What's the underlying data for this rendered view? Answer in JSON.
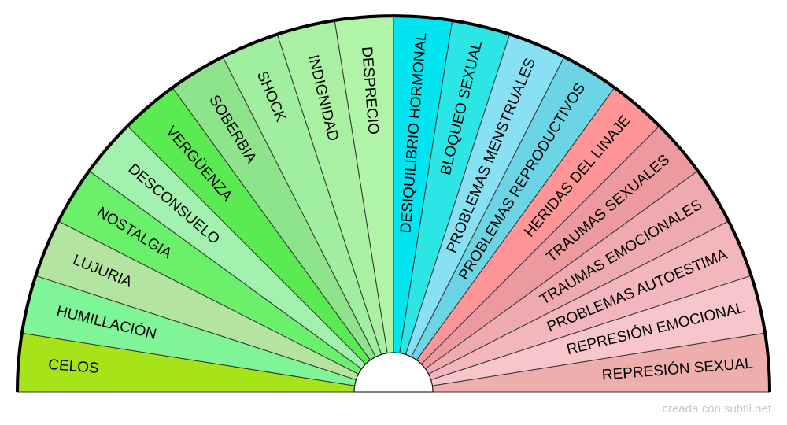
{
  "chart_data": {
    "type": "pie",
    "layout": "semicircle",
    "segments": [
      {
        "label": "CELOS",
        "color": "#a6e318"
      },
      {
        "label": "HUMILLACIÓN",
        "color": "#7ff598"
      },
      {
        "label": "LUJURIA",
        "color": "#b4e5a0"
      },
      {
        "label": "NOSTALGIA",
        "color": "#6bf06b"
      },
      {
        "label": "DESCONSUELO",
        "color": "#a3f1ae"
      },
      {
        "label": "VERGÜENZA",
        "color": "#5aea52"
      },
      {
        "label": "SOBERBIA",
        "color": "#8ee48a"
      },
      {
        "label": "SHOCK",
        "color": "#a0eea0"
      },
      {
        "label": "INDIGNIDAD",
        "color": "#a9f0a2"
      },
      {
        "label": "DESPRECIO",
        "color": "#b0f4a8"
      },
      {
        "label": "DESIQUILIBRIO HORMONAL",
        "color": "#00e5f0"
      },
      {
        "label": "BLOQUEO SEXUAL",
        "color": "#2ce6e6"
      },
      {
        "label": "PROBLEMAS MENSTRUALES",
        "color": "#87e1f3"
      },
      {
        "label": "PROBLEMAS REPRODUCTIVOS",
        "color": "#6bd5e6"
      },
      {
        "label": "HERIDAS DEL LINAJE",
        "color": "#ff9596"
      },
      {
        "label": "TRAUMAS SEXUALES",
        "color": "#ec9a9e"
      },
      {
        "label": "TRAUMAS EMOCIONALES",
        "color": "#efaab0"
      },
      {
        "label": "PROBLEMAS AUTOESTIMA",
        "color": "#f2b6bc"
      },
      {
        "label": "REPRESIÓN EMOCIONAL",
        "color": "#f7c6cb"
      },
      {
        "label": "REPRESIÓN SEXUAL",
        "color": "#eeaeae"
      }
    ]
  },
  "credit": "creada con subtil.net",
  "colors": {
    "rim": "#000000",
    "divider": "#333333"
  }
}
